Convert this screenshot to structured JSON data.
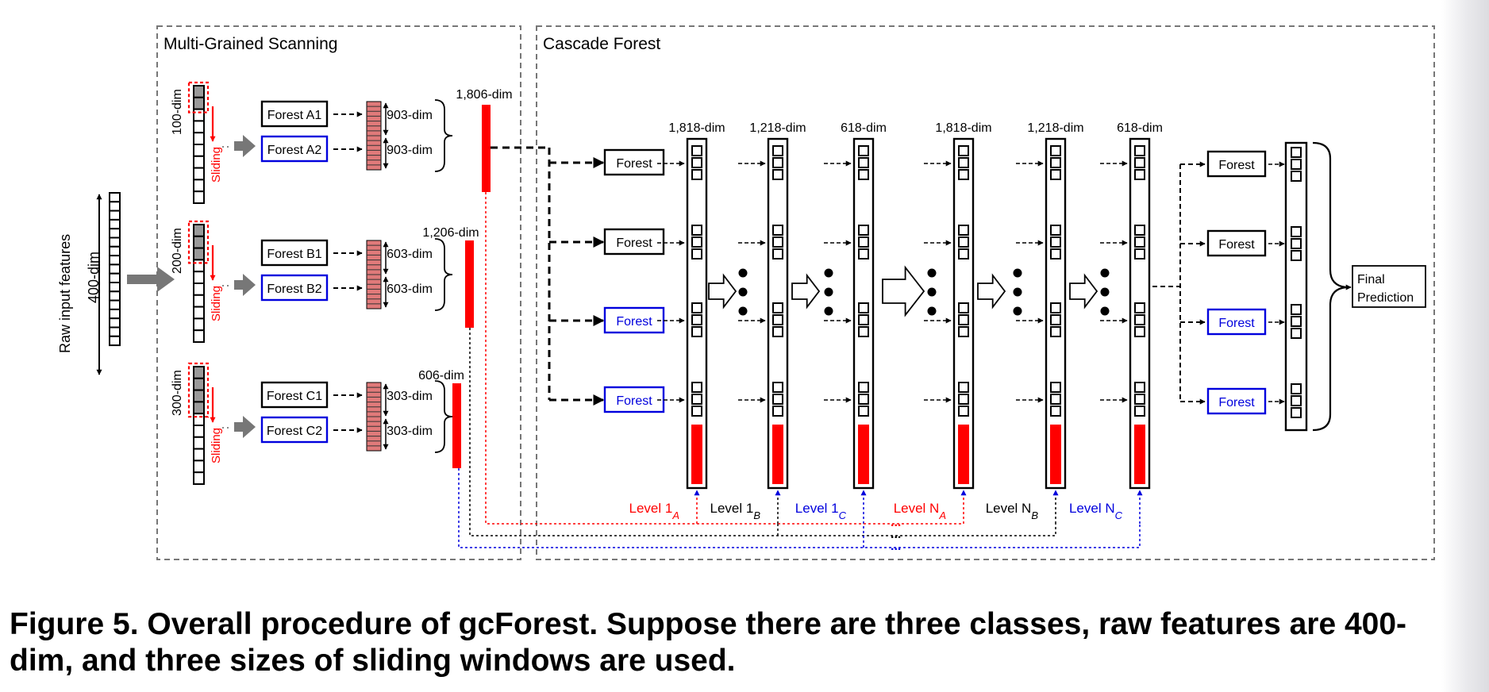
{
  "colors": {
    "red": "#ff0000",
    "blue": "#0000dd",
    "black": "#000000",
    "gray": "#7a7a7a",
    "pink": "#e07a7a",
    "frame": "#777777"
  },
  "caption": "Figure 5. Overall procedure of gcForest. Suppose there are three classes, raw features are 400-dim, and three sizes of sliding windows are used.",
  "input": {
    "label": "Raw input features",
    "dim": "400-dim"
  },
  "scanning": {
    "title": "Multi-Grained Scanning",
    "sliding_label": "Sliding",
    "windows": [
      {
        "dim": "100-dim",
        "forests": [
          "Forest A1",
          "Forest A2"
        ],
        "vec_dim": "903-dim",
        "concat_dim": "1,806-dim"
      },
      {
        "dim": "200-dim",
        "forests": [
          "Forest B1",
          "Forest B2"
        ],
        "vec_dim": "603-dim",
        "concat_dim": "1,206-dim"
      },
      {
        "dim": "300-dim",
        "forests": [
          "Forest C1",
          "Forest C2"
        ],
        "vec_dim": "303-dim",
        "concat_dim": "606-dim"
      }
    ]
  },
  "cascade": {
    "title": "Cascade Forest",
    "forest_label": "Forest",
    "columns": [
      {
        "dim": "1,818-dim",
        "level": "Level 1",
        "sub": "A",
        "color": "red"
      },
      {
        "dim": "1,218-dim",
        "level": "Level 1",
        "sub": "B",
        "color": "black"
      },
      {
        "dim": "618-dim",
        "level": "Level 1",
        "sub": "C",
        "color": "blue"
      },
      {
        "dim": "1,818-dim",
        "level": "Level N",
        "sub": "A",
        "color": "red"
      },
      {
        "dim": "1,218-dim",
        "level": "Level N",
        "sub": "B",
        "color": "black"
      },
      {
        "dim": "618-dim",
        "level": "Level N",
        "sub": "C",
        "color": "blue"
      }
    ],
    "ellipsis": "...",
    "final_line1": "Final",
    "final_line2": "Prediction"
  }
}
